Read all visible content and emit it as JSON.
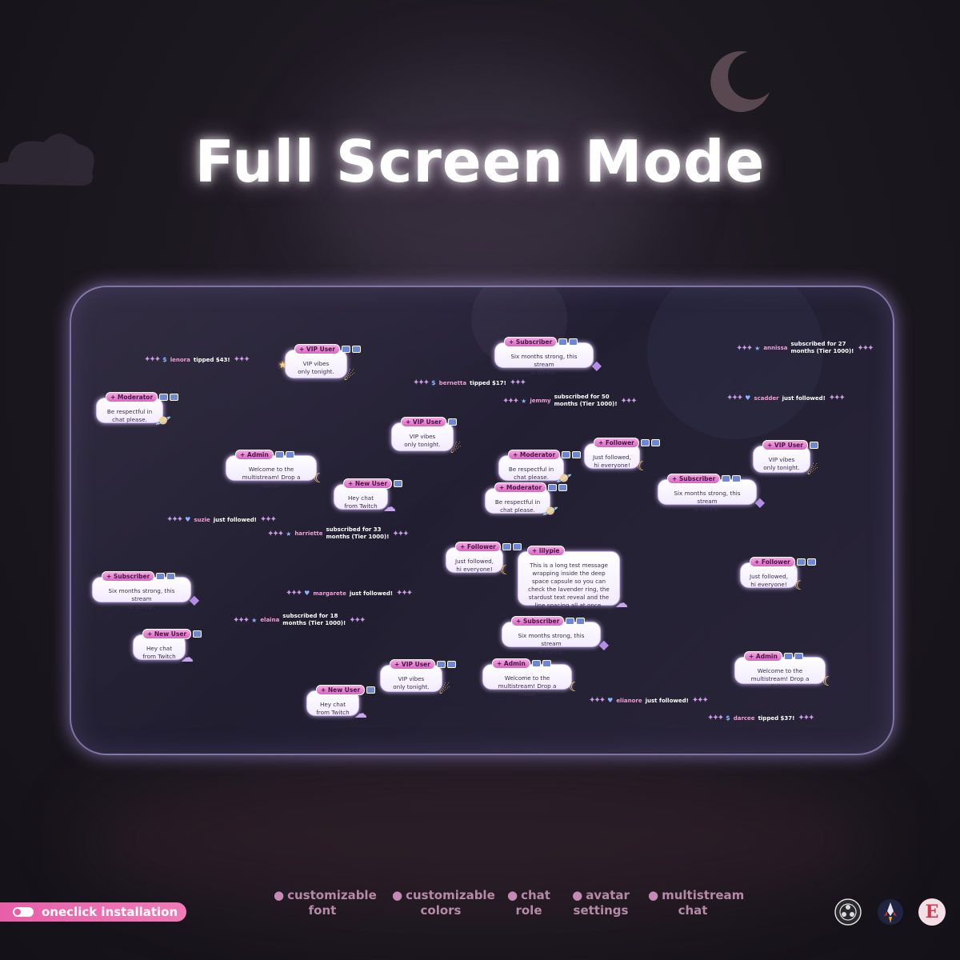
{
  "title": "Full Screen Mode",
  "colors": {
    "accent_pink": "#e85fa8",
    "panel_border": "#c8b9ff",
    "tag_pink": "#d467c0"
  },
  "bubbles": [
    {
      "role": "+ VIP User",
      "text": "VIP vibes\nonly tonight.",
      "deco": "comet-icon"
    },
    {
      "role": "+ Moderator",
      "text": "Be respectful in\nchat please.",
      "deco": "planet-icon"
    },
    {
      "role": "+ Subscriber",
      "text": "Six months strong, this stream\nis unreal.",
      "deco": "gem-icon"
    },
    {
      "role": "+ VIP User",
      "text": "VIP vibes\nonly tonight.",
      "deco": "comet-icon"
    },
    {
      "role": "+ Admin",
      "text": "Welcome to the\nmultistream! Drop a follow",
      "deco": "moon-cloud-icon"
    },
    {
      "role": "+ New User",
      "text": "Hey chat\nfrom Twitch",
      "deco": "cloud-icon"
    },
    {
      "role": "+ Moderator",
      "text": "Be respectful in\nchat please.",
      "deco": "planet-icon"
    },
    {
      "role": "+ Moderator",
      "text": "Be respectful in\nchat please.",
      "deco": "planet-icon"
    },
    {
      "role": "+ Follower",
      "text": "Just followed,\nhi everyone!",
      "deco": "moon-icon"
    },
    {
      "role": "+ VIP User",
      "text": "VIP vibes\nonly tonight.",
      "deco": "comet-icon"
    },
    {
      "role": "+ Subscriber",
      "text": "Six months strong, this stream\nis unreal.",
      "deco": "gem-icon"
    },
    {
      "role": "+ Follower",
      "text": "Just followed,\nhi everyone!",
      "deco": "moon-icon"
    },
    {
      "role": "+ lilypie",
      "text": "This is a long test message\nwrapping inside the deep\nspace capsule so you can\ncheck the lavender ring, the\nstardust text reveal and the\nline spacing all at once.",
      "deco": "cloud-icon"
    },
    {
      "role": "+ Follower",
      "text": "Just followed,\nhi everyone!",
      "deco": "moon-icon"
    },
    {
      "role": "+ Subscriber",
      "text": "Six months strong, this stream\nis unreal.",
      "deco": "gem-icon"
    },
    {
      "role": "+ Subscriber",
      "text": "Six months strong, this stream\nis unreal.",
      "deco": "gem-icon"
    },
    {
      "role": "+ New User",
      "text": "Hey chat\nfrom Twitch",
      "deco": "cloud-icon"
    },
    {
      "role": "+ VIP User",
      "text": "VIP vibes\nonly tonight.",
      "deco": "comet-icon"
    },
    {
      "role": "+ Admin",
      "text": "Welcome to the\nmultistream! Drop a follow",
      "deco": "moon-cloud-icon"
    },
    {
      "role": "+ Admin",
      "text": "Welcome to the\nmultistream! Drop a follow",
      "deco": "moon-cloud-icon"
    },
    {
      "role": "+ New User",
      "text": "Hey chat\nfrom Twitch",
      "deco": "cloud-icon"
    }
  ],
  "events": [
    {
      "icon": "$",
      "name": "lenora",
      "text": "tipped $43!"
    },
    {
      "icon": "$",
      "name": "bernetta",
      "text": "tipped $17!"
    },
    {
      "icon": "★",
      "name": "jemmy",
      "text": "subscribed for 50\nmonths (Tier 1000)!"
    },
    {
      "icon": "★",
      "name": "annissa",
      "text": "subscribed for 27\nmonths (Tier 1000)!"
    },
    {
      "icon": "♥",
      "name": "scadder",
      "text": "just followed!"
    },
    {
      "icon": "♥",
      "name": "suzie",
      "text": "just followed!"
    },
    {
      "icon": "★",
      "name": "harriette",
      "text": "subscribed for 33\nmonths (Tier 1000)!"
    },
    {
      "icon": "♥",
      "name": "margarete",
      "text": "just followed!"
    },
    {
      "icon": "★",
      "name": "elaina",
      "text": "subscribed for 18\nmonths (Tier 1000)!"
    },
    {
      "icon": "♥",
      "name": "elianore",
      "text": "just followed!"
    },
    {
      "icon": "$",
      "name": "darcee",
      "text": "tipped $37!"
    }
  ],
  "features": [
    {
      "l1": "customizable",
      "l2": "font"
    },
    {
      "l1": "customizable",
      "l2": "colors"
    },
    {
      "l1": "chat",
      "l2": "role"
    },
    {
      "l1": "avatar",
      "l2": "settings"
    },
    {
      "l1": "multistream",
      "l2": "chat"
    }
  ],
  "oneclick_label": "oneclick installation",
  "logos": [
    "obs-logo-icon",
    "streamer-bot-logo-icon",
    "etsy-logo-icon"
  ],
  "etsy_letter": "E"
}
